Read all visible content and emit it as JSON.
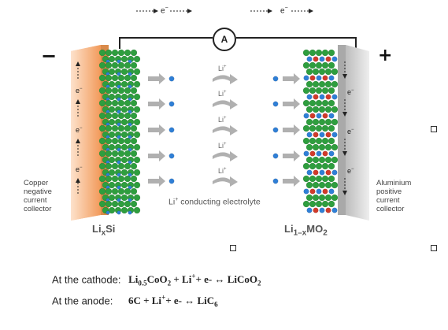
{
  "signs": {
    "negative": "−",
    "positive": "+"
  },
  "ammeter": "A",
  "electron": "e",
  "electron_sup": "−",
  "ion": "Li",
  "ion_sup": "+",
  "left_collector": [
    "Copper",
    "negative",
    "current",
    "collector"
  ],
  "right_collector": [
    "Aluminium",
    "positive",
    "current",
    "collector"
  ],
  "electrolyte": {
    "ion": "Li",
    "sup": "+",
    "text": " conducting electrolyte"
  },
  "anode_material": {
    "main": "Li",
    "sub": "x",
    "rest": "Si"
  },
  "cathode_material": {
    "main": "Li",
    "sub1": "1–x",
    "mid": "MO",
    "sub2": "2"
  },
  "equations": {
    "cathode_label": "At the cathode:",
    "cathode_a": "Li",
    "cathode_a_sub": "0.5",
    "cathode_b": "CoO",
    "cathode_b_sub": "2",
    "cathode_c": " + Li",
    "cathode_c_sup": "+",
    "cathode_d": "+ e-  ↔ LiCoO",
    "cathode_d_sub": "2",
    "anode_label": "At the anode:",
    "anode_a": "6C + Li",
    "anode_a_sup": "+",
    "anode_b": "+ e-  ↔ LiC",
    "anode_b_sub": "6"
  },
  "colors": {
    "copper": "#f4a46a",
    "aluminium": "#c8c8c8",
    "green": "#2e9e3e",
    "blue": "#2f7fd6",
    "red": "#d03a2a",
    "arrow": "#b0b0b0"
  }
}
